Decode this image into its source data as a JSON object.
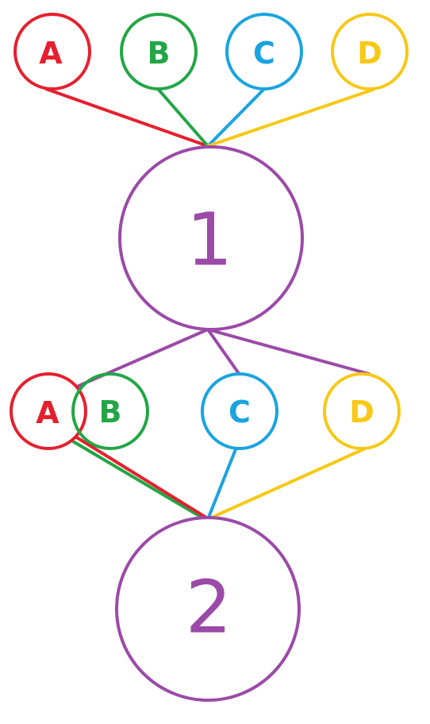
{
  "colors": {
    "a": "#e5202e",
    "b": "#22a646",
    "c": "#1aa3e0",
    "d": "#f7c816",
    "hub": "#9b4aa8"
  },
  "top_row": {
    "a": "A",
    "b": "B",
    "c": "C",
    "d": "D"
  },
  "hub_1": "1",
  "middle_row": {
    "a": "A",
    "b": "B",
    "c": "C",
    "d": "D"
  },
  "hub_2": "2"
}
